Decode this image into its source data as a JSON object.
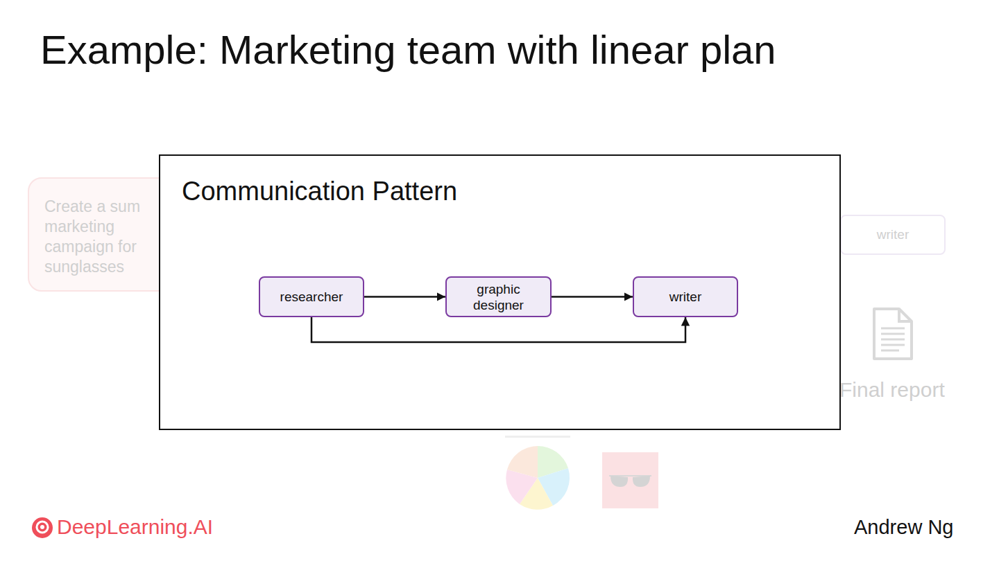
{
  "diagram": {
    "title": "Example: Marketing team with linear plan",
    "nodes": [
      {
        "text": [
          "Create a sum marketing campaign for sunglasses"
        ]
      },
      {
        "text": [
          "Communication Pattern"
        ]
      },
      {
        "text": [
          "researcher"
        ],
        "in": 1
      },
      {
        "text": [
          "graphic designer"
        ],
        "in": 1
      },
      {
        "text": [
          "writer"
        ],
        "in": 1
      },
      {
        "text": [
          "writer"
        ]
      }
    ],
    "edges": [
      {
        "from": 2,
        "to": 3,
        "arrow": "to"
      },
      {
        "from": 3,
        "to": 4,
        "arrow": "to"
      },
      {
        "from": 2,
        "to": 4,
        "arrow": "to"
      }
    ],
    "labels": [
      "Final report",
      "DeepLearning.AI",
      "Andrew Ng"
    ]
  }
}
